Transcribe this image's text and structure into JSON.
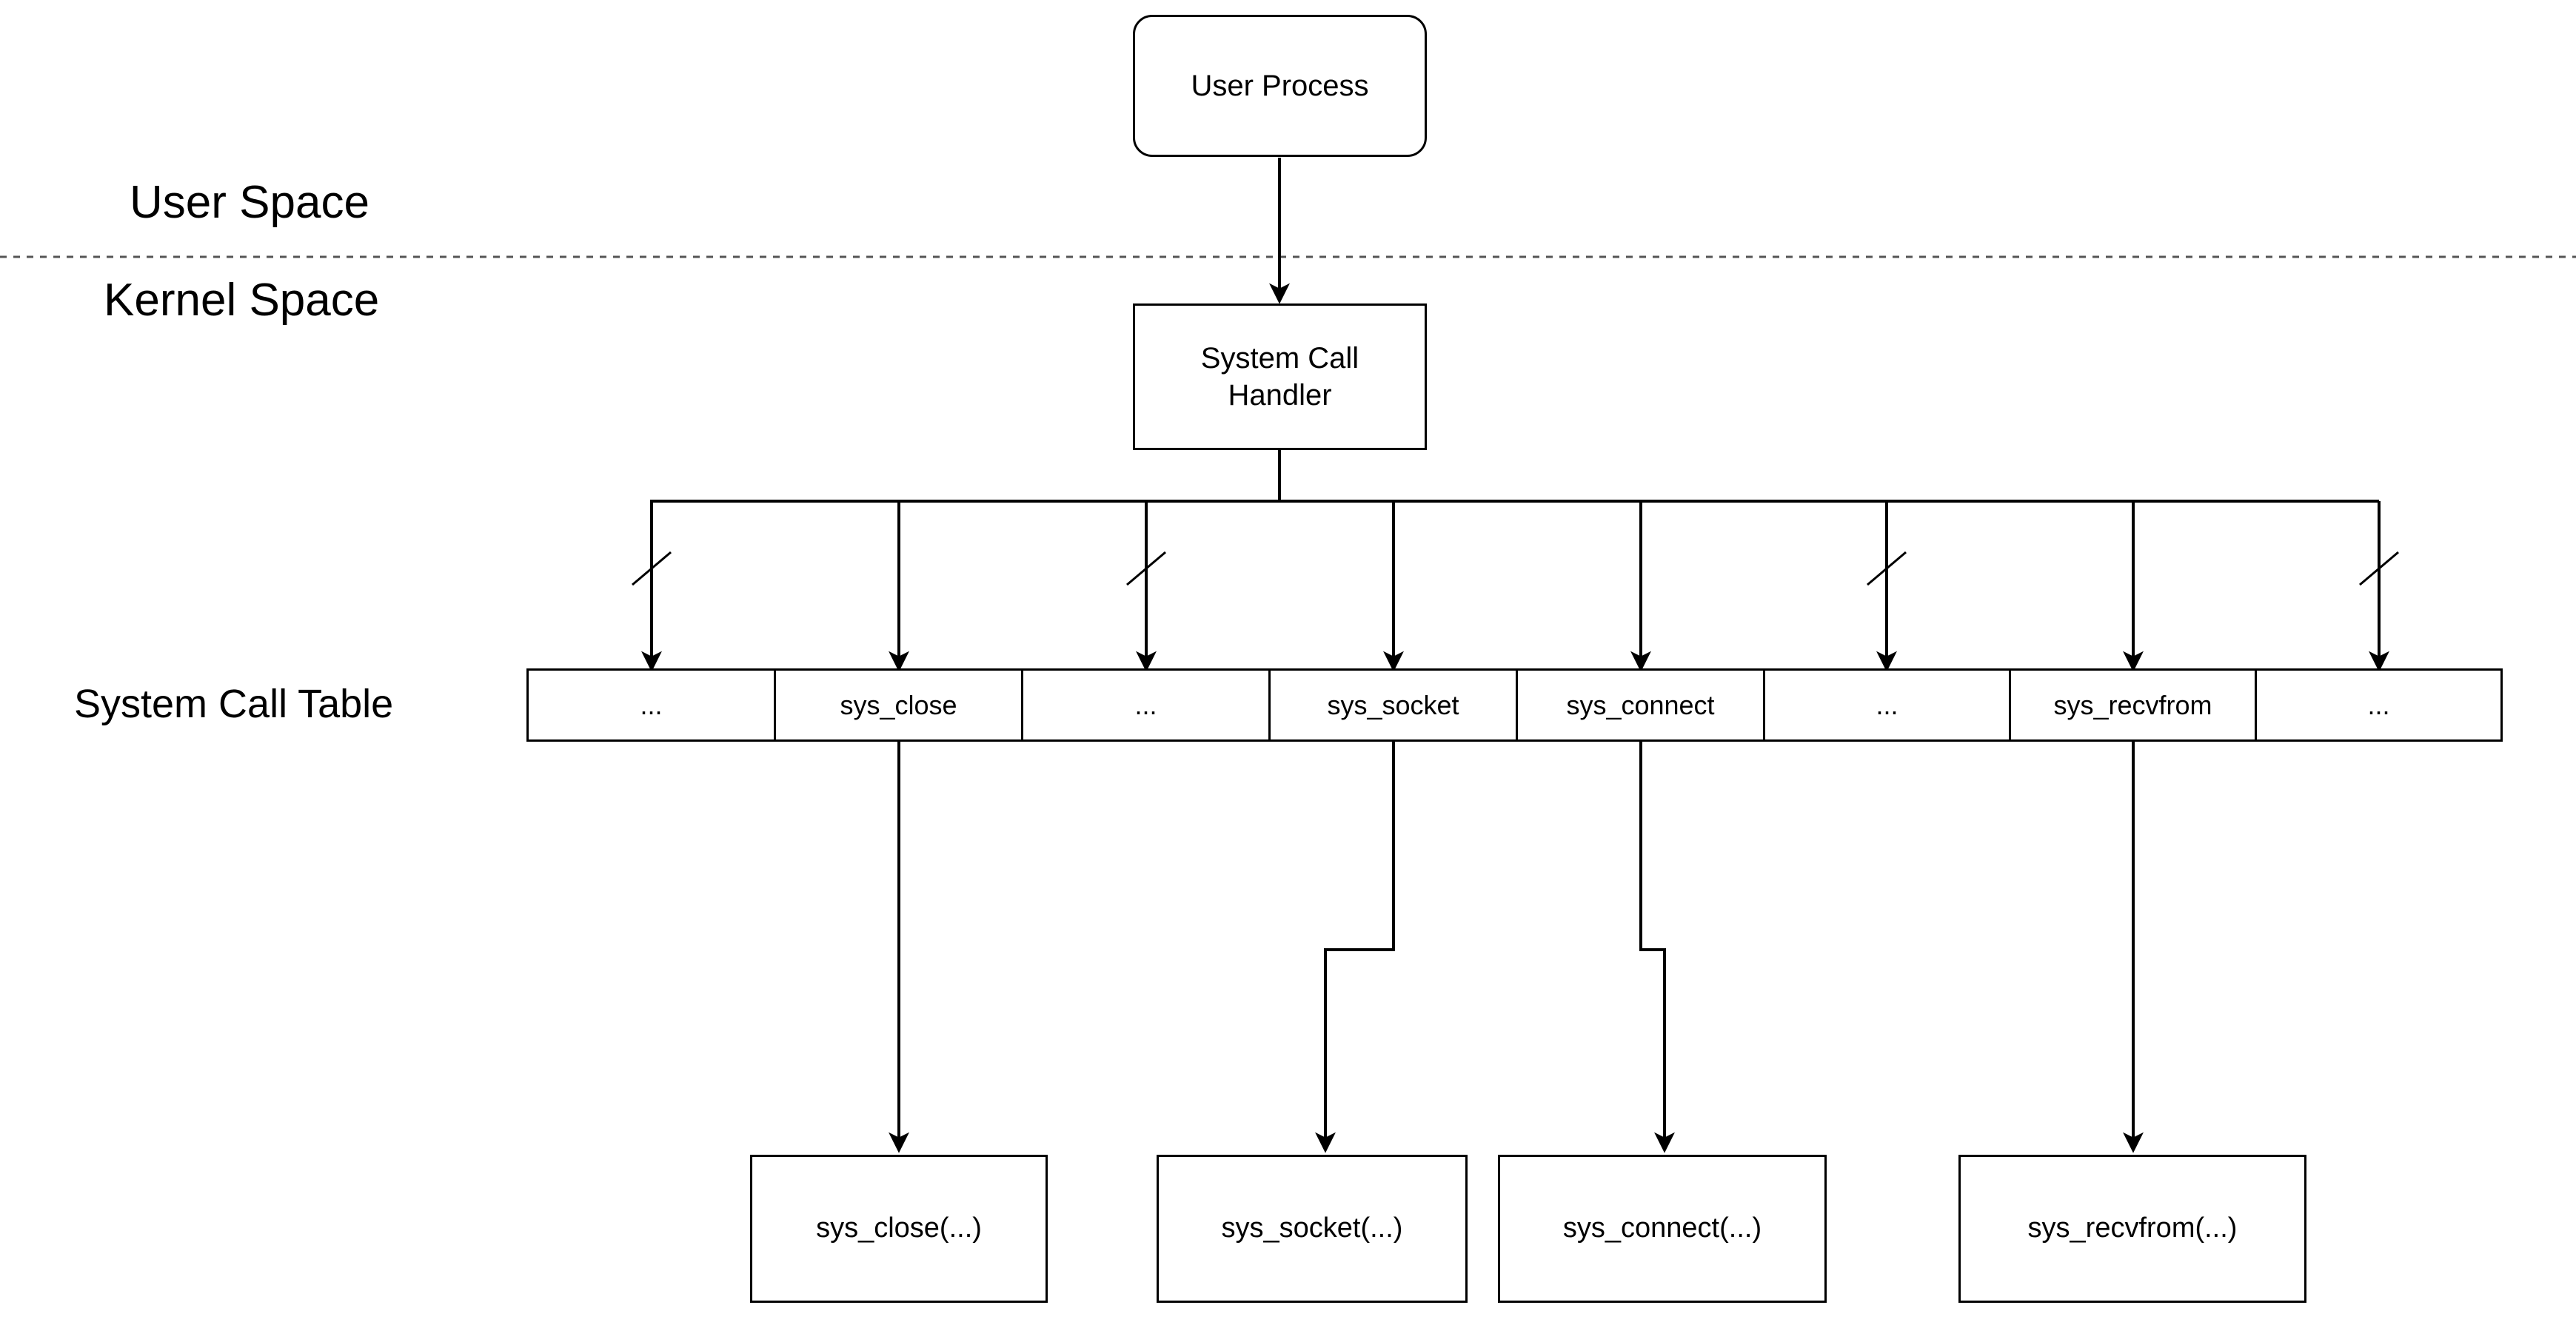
{
  "diagram": {
    "title_regions": {
      "user_space": "User Space",
      "kernel_space": "Kernel Space",
      "system_call_table": "System Call Table"
    },
    "nodes": {
      "user_process": "User Process",
      "system_call_handler_line1": "System Call",
      "system_call_handler_line2": "Handler"
    },
    "syscall_table": {
      "cells": [
        {
          "label": "...",
          "kind": "ellipsis"
        },
        {
          "label": "sys_close",
          "kind": "entry"
        },
        {
          "label": "...",
          "kind": "ellipsis"
        },
        {
          "label": "sys_socket",
          "kind": "entry"
        },
        {
          "label": "sys_connect",
          "kind": "entry"
        },
        {
          "label": "...",
          "kind": "ellipsis"
        },
        {
          "label": "sys_recvfrom",
          "kind": "entry"
        },
        {
          "label": "...",
          "kind": "ellipsis"
        }
      ]
    },
    "implementations": [
      {
        "label": "sys_close(...)"
      },
      {
        "label": "sys_socket(...)"
      },
      {
        "label": "sys_connect(...)"
      },
      {
        "label": "sys_recvfrom(...)"
      }
    ],
    "colors": {
      "stroke": "#000000",
      "fill": "#ffffff",
      "text": "#000000",
      "divider": "#5c5c5c"
    }
  }
}
